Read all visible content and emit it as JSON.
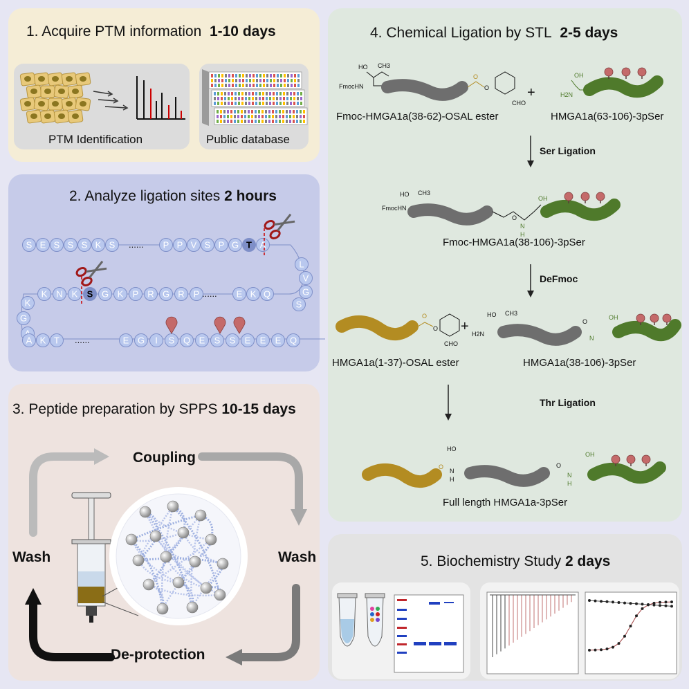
{
  "panels": {
    "p1": {
      "title_main": "1. Acquire PTM information",
      "title_time": "1-10 days",
      "label_a": "PTM Identification",
      "label_b": "Public database"
    },
    "p2": {
      "title_main": "2. Analyze ligation sites",
      "title_time": "2 hours",
      "row1": [
        "S",
        "E",
        "S",
        "S",
        "S",
        "K",
        "S"
      ],
      "row1b": [
        "P",
        "P",
        "V",
        "S",
        "P",
        "G",
        "T",
        "A"
      ],
      "right_col": [
        "L",
        "V",
        "G",
        "S"
      ],
      "row2": [
        "K",
        "N",
        "K",
        "S",
        "G",
        "K",
        "P",
        "R",
        "G",
        "R",
        "P"
      ],
      "row2b": [
        "E",
        "K",
        "Q"
      ],
      "left_col": [
        "K",
        "G",
        "A"
      ],
      "row3": [
        "A",
        "K",
        "T"
      ],
      "row3b": [
        "E",
        "G",
        "I",
        "S",
        "Q",
        "E",
        "S",
        "S",
        "E",
        "E",
        "E",
        "Q"
      ],
      "dots": "......",
      "bold_site_1": "T",
      "bold_site_2": "S"
    },
    "p3": {
      "title_main": "3. Peptide preparation by SPPS",
      "title_time": "10-15 days",
      "coupling": "Coupling",
      "wash_left": "Wash",
      "wash_right": "Wash",
      "deprotection": "De-protection"
    },
    "p4": {
      "title_main": "4. Chemical Ligation by STL",
      "title_time": "2-5 days",
      "label_a": "Fmoc-HMGA1a(38-62)-OSAL ester",
      "label_b": "HMGA1a(63-106)-3pSer",
      "step1": "Ser Ligation",
      "label_c": "Fmoc-HMGA1a(38-106)-3pSer",
      "step2": "DeFmoc",
      "label_d": "HMGA1a(1-37)-OSAL ester",
      "label_e": "HMGA1a(38-106)-3pSer",
      "step3": "Thr Ligation",
      "label_f": "Full length HMGA1a-3pSer",
      "chem": {
        "ho": "HO",
        "ch3": "CH3",
        "fmochn": "FmocHN",
        "o": "O",
        "cho": "CHO",
        "h2n": "H2N",
        "oh": "OH",
        "n": "N",
        "h": "H",
        "plus": "+"
      }
    },
    "p5": {
      "title_main": "5. Biochemistry Study",
      "title_time": "2 days"
    }
  },
  "colors": {
    "gray_chain": "#6e6e6e",
    "green_chain": "#4f7a2b",
    "gold_chain": "#b38c22",
    "phospho": "#c46a6a",
    "residue": "#b9c8ee",
    "residue_stroke": "#7e8fc8"
  }
}
